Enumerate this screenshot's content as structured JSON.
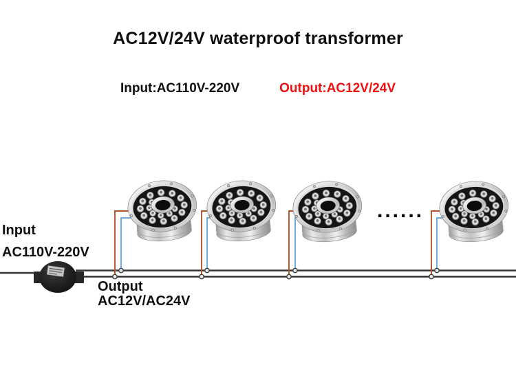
{
  "header": {
    "title": "AC12V/24V waterproof transformer",
    "input_spec": "Input:AC110V-220V",
    "output_spec": "Output:AC12V/24V"
  },
  "diagram": {
    "input_label": "Input",
    "input_voltage": "AC110V-220V",
    "output_label": "Output",
    "output_voltage": "AC12V/AC24V",
    "ellipsis": "......"
  },
  "colors": {
    "output_accent": "#f01010",
    "live_wire": "#b5522a",
    "neutral_wire": "#55a1dd",
    "cable": "#333336"
  }
}
